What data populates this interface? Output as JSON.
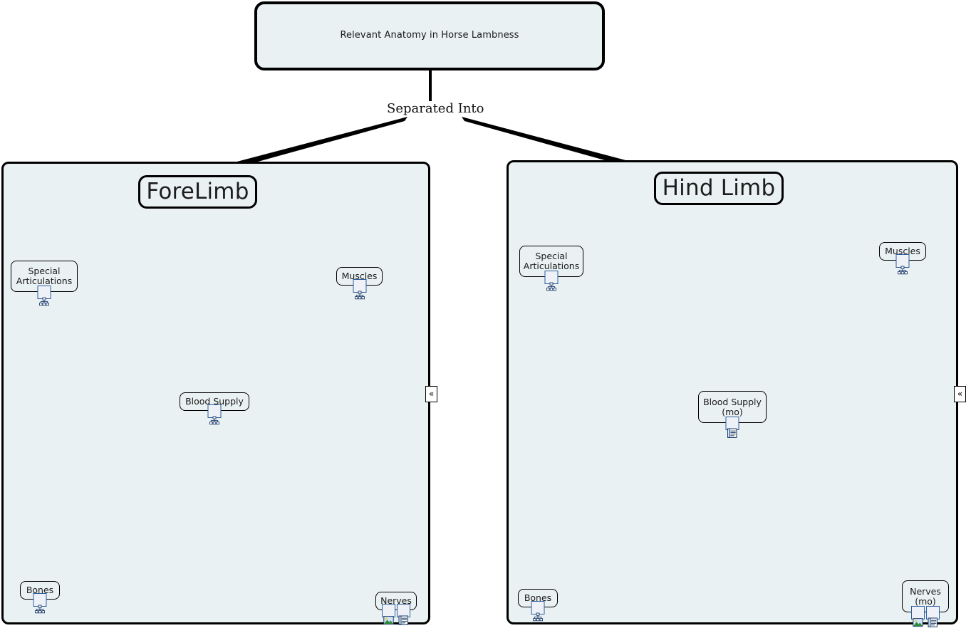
{
  "map": {
    "root": {
      "title": "Relevant Anatomy in Horse Lambness",
      "fill": "#eaf1f3",
      "border": "#000000"
    },
    "root_edge_label": "Separated Into",
    "branches": [
      {
        "title": "ForeLimb",
        "collapse_handle": "«",
        "nodes": [
          {
            "label": "Special\nArticulations",
            "icons": [
              "hierarchy-icon"
            ]
          },
          {
            "label": "Muscles",
            "icons": [
              "hierarchy-icon"
            ]
          },
          {
            "label": "Blood Supply",
            "icons": [
              "hierarchy-icon"
            ]
          },
          {
            "label": "Bones",
            "icons": [
              "hierarchy-icon"
            ]
          },
          {
            "label": "Nerves",
            "icons": [
              "picture-icon",
              "note-icon"
            ]
          }
        ]
      },
      {
        "title": "Hind Limb",
        "collapse_handle": "«",
        "nodes": [
          {
            "label": "Special\nArticulations",
            "icons": [
              "hierarchy-icon"
            ]
          },
          {
            "label": "Muscles",
            "icons": [
              "hierarchy-icon"
            ]
          },
          {
            "label": "Blood Supply\n(mo)",
            "icons": [
              "note-icon"
            ]
          },
          {
            "label": "Bones",
            "icons": [
              "hierarchy-icon"
            ]
          },
          {
            "label": "Nerves\n(mo)",
            "icons": [
              "picture-icon",
              "note-icon"
            ]
          }
        ]
      }
    ]
  }
}
